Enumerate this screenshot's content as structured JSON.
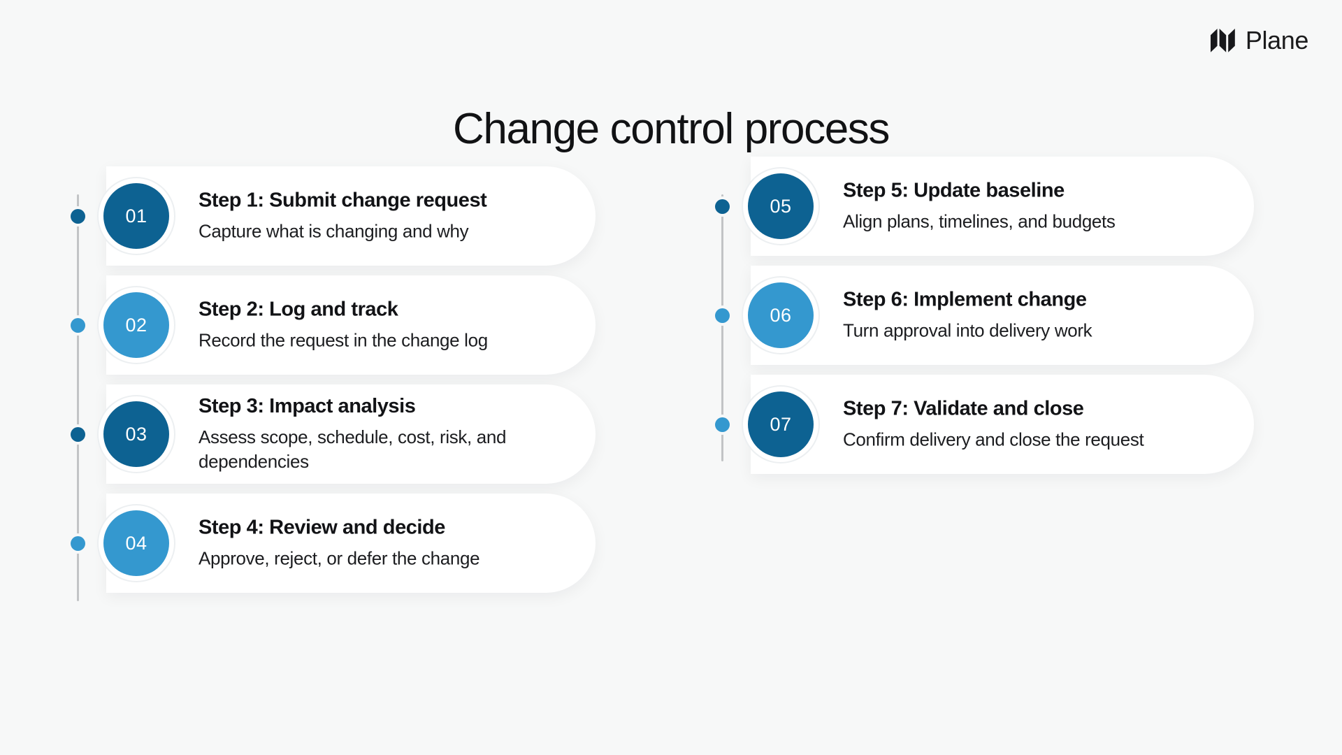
{
  "brand": {
    "name": "Plane",
    "logo_icon": "plane-logo-mark"
  },
  "title": "Change control process",
  "colors": {
    "background": "#f7f8f8",
    "card": "#ffffff",
    "accent_dark": "#0d6292",
    "accent_light": "#3498cf",
    "rail": "#c2c4c6",
    "title_text": "#111214"
  },
  "columns": [
    {
      "id": "left-column",
      "steps": [
        {
          "number": "01",
          "title": "Step 1: Submit change request",
          "description": "Capture what is changing and why",
          "tone": "dark"
        },
        {
          "number": "02",
          "title": "Step 2: Log and track",
          "description": "Record the request in the change log",
          "tone": "light"
        },
        {
          "number": "03",
          "title": "Step 3: Impact analysis",
          "description": "Assess scope, schedule, cost, risk, and dependencies",
          "tone": "dark"
        },
        {
          "number": "04",
          "title": "Step 4: Review and decide",
          "description": "Approve, reject, or defer the change",
          "tone": "light"
        }
      ]
    },
    {
      "id": "right-column",
      "steps": [
        {
          "number": "05",
          "title": "Step 5: Update baseline",
          "description": "Align plans, timelines, and budgets",
          "tone": "dark"
        },
        {
          "number": "06",
          "title": "Step 6: Implement change",
          "description": "Turn approval into delivery work",
          "tone": "light"
        },
        {
          "number": "07",
          "title": "Step 7: Validate and close",
          "description": "Confirm delivery and close the request",
          "tone": "dark"
        }
      ]
    }
  ]
}
